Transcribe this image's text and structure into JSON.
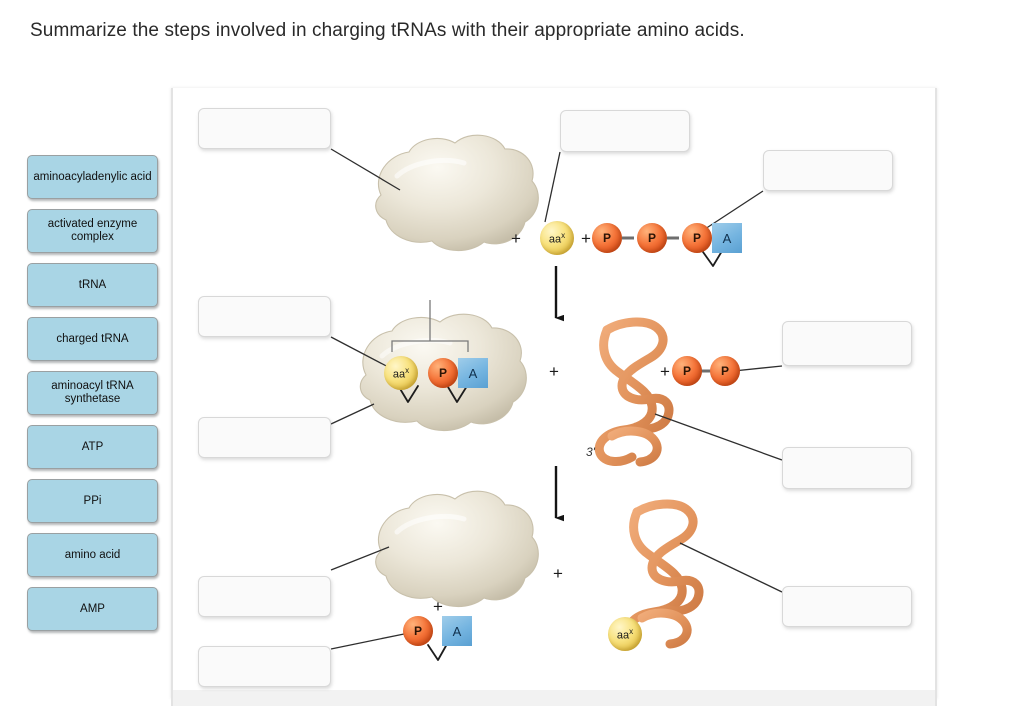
{
  "question": {
    "prompt": "Summarize the steps involved in charging tRNAs with their appropriate amino acids."
  },
  "term_bank": {
    "items": [
      {
        "label": "aminoacyladenylic acid"
      },
      {
        "label": "activated enzyme complex"
      },
      {
        "label": "tRNA"
      },
      {
        "label": "charged tRNA"
      },
      {
        "label": "aminoacyl tRNA synthetase"
      },
      {
        "label": "ATP"
      },
      {
        "label": "PPi"
      },
      {
        "label": "amino acid"
      },
      {
        "label": "AMP"
      }
    ]
  },
  "diagram": {
    "drop_boxes": [
      {
        "id": "box-top-left",
        "value": "",
        "placeholder": ""
      },
      {
        "id": "box-top-center",
        "value": "",
        "placeholder": ""
      },
      {
        "id": "box-top-right",
        "value": "",
        "placeholder": ""
      },
      {
        "id": "box-mid-left-upper",
        "value": "",
        "placeholder": ""
      },
      {
        "id": "box-mid-left-lower",
        "value": "",
        "placeholder": ""
      },
      {
        "id": "box-mid-right-upper",
        "value": "",
        "placeholder": ""
      },
      {
        "id": "box-mid-right-lower",
        "value": "",
        "placeholder": ""
      },
      {
        "id": "box-bot-left-upper",
        "value": "",
        "placeholder": ""
      },
      {
        "id": "box-bot-left-lower",
        "value": "",
        "placeholder": ""
      },
      {
        "id": "box-bot-right",
        "value": "",
        "placeholder": ""
      }
    ],
    "molecule_labels": {
      "amino_acid": "aa",
      "amino_acid_superscript": "x",
      "phosphate": "P",
      "adenosine": "A",
      "plus": "+",
      "three_prime": "3'"
    },
    "rows": [
      {
        "name": "row-1-enzyme-plus-aa-plus-atp"
      },
      {
        "name": "row-2-activated-complex-plus-trna-plus-ppi"
      },
      {
        "name": "row-3-enzyme-plus-amp-plus-charged-trna"
      }
    ]
  },
  "colors": {
    "chip_fill": "#a9d5e5",
    "chip_border": "#9aa0a2",
    "drop_fill": "#fafafa",
    "drop_border": "#d8d8d8",
    "phosphate_orange": "#f5753a",
    "adenosine_blue": "#74b4e0",
    "amino_acid_yellow": "#f8e27f",
    "trna_orange": "#e89a68",
    "enzyme_cream": "#e6e1d3",
    "leader_line": "#2e2e2e"
  }
}
